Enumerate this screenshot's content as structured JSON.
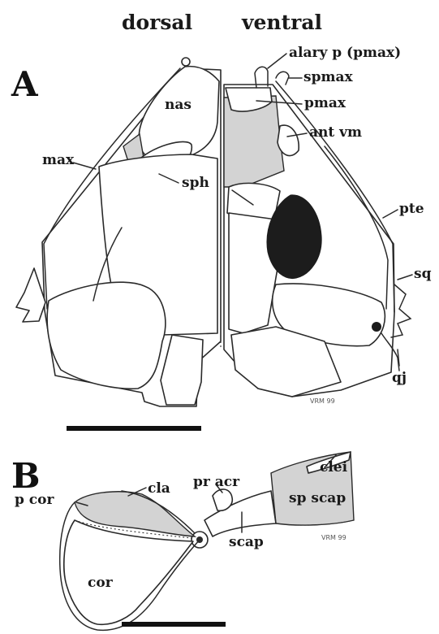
{
  "headers": {
    "dorsal": "dorsal",
    "ventral": "ventral"
  },
  "panels": {
    "a": "A",
    "b": "B"
  },
  "labels_a": {
    "alary": "alary p (pmax)",
    "spmax": "spmax",
    "nas": "nas",
    "pmax": "pmax",
    "ant_vm": "ant vm",
    "max": "max",
    "sph": "sph",
    "pte": "pte",
    "sq": "sq",
    "qj": "qj"
  },
  "labels_b": {
    "clei": "clei",
    "pr_acr": "pr acr",
    "cla": "cla",
    "p_cor": "p cor",
    "sp_scap": "sp scap",
    "scap": "scap",
    "cor": "cor"
  },
  "signatures": {
    "a": "VRM 99",
    "b": "VRM 99"
  },
  "colors": {
    "ink": "#1a1a1a",
    "grey_fill": "#d3d3d3",
    "dark_fill": "#1c1c1c",
    "paper": "#ffffff"
  }
}
